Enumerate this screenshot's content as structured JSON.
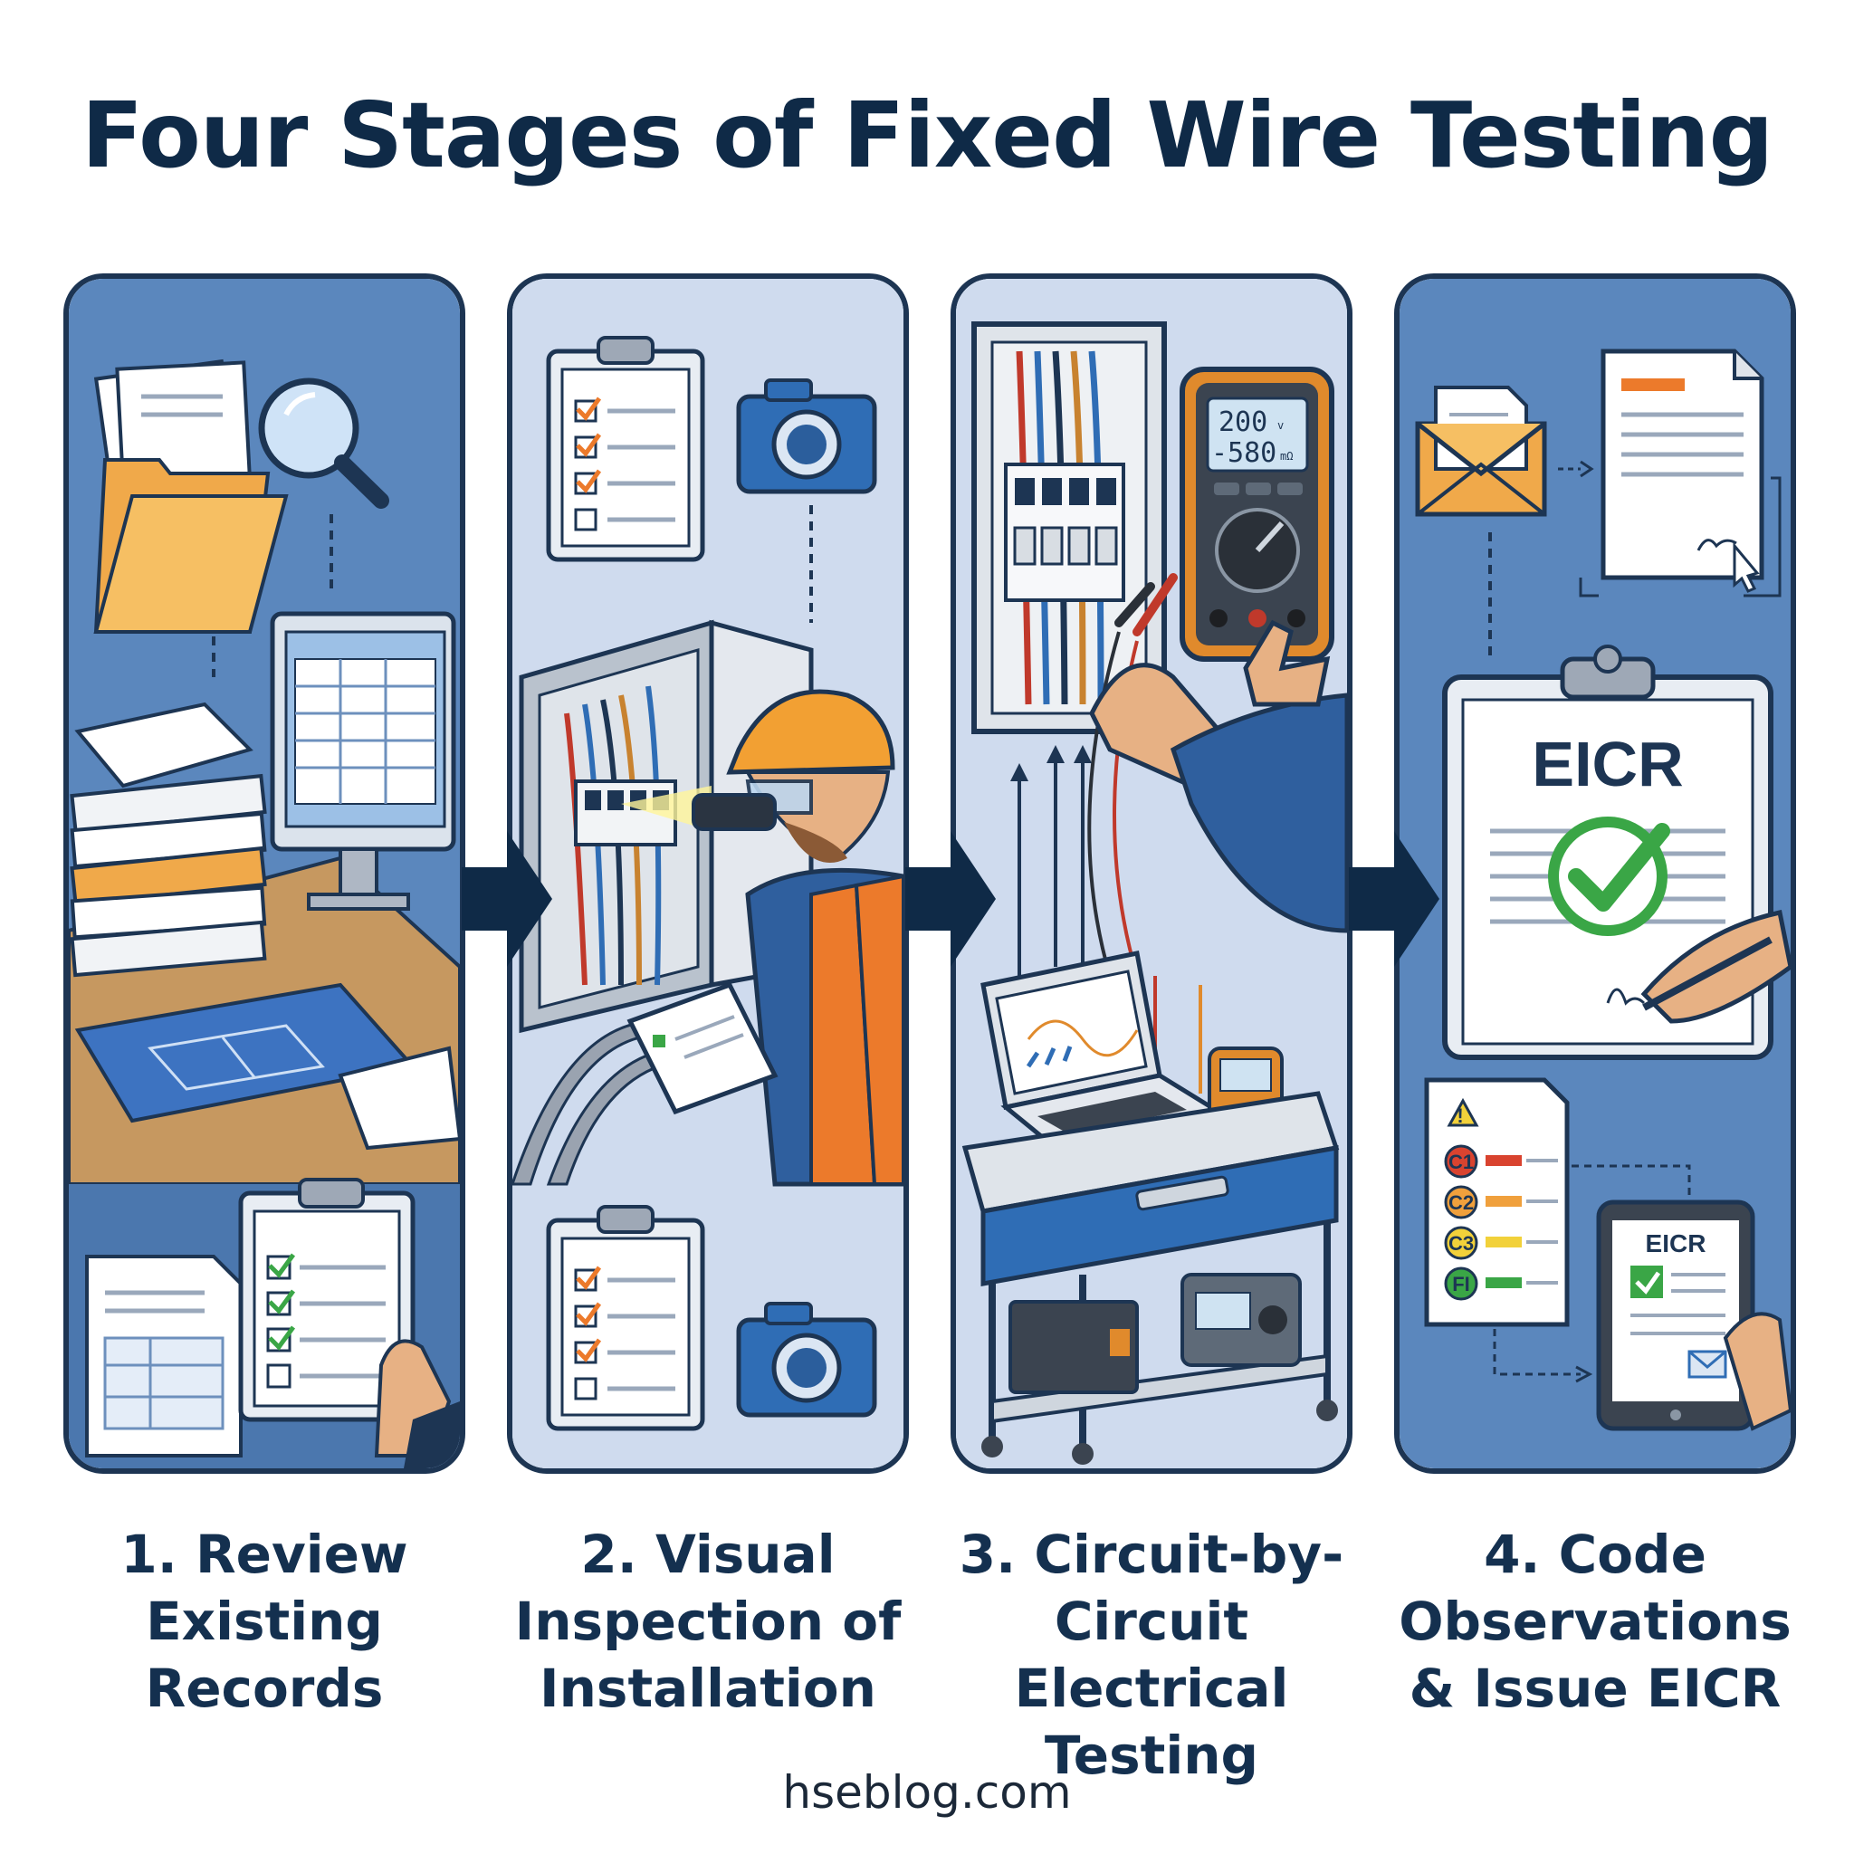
{
  "title": "Four Stages of Fixed Wire Testing",
  "stages": [
    {
      "lines": [
        "1. Review",
        "Existing",
        "Records"
      ]
    },
    {
      "lines": [
        "2. Visual",
        "Inspection of",
        "Installation"
      ]
    },
    {
      "lines": [
        "3. Circuit-by-",
        "Circuit Electrical",
        "Testing"
      ]
    },
    {
      "lines": [
        "4. Code",
        "Observations",
        "& Issue EICR"
      ]
    }
  ],
  "meter": {
    "line1": "200",
    "unit1": "v",
    "line2": "-580",
    "unit2": "mΩ"
  },
  "eicr": {
    "main_label": "EICR",
    "tablet_label": "EICR"
  },
  "codes": [
    "C1",
    "C2",
    "C3",
    "FI"
  ],
  "footer": "hseblog.com",
  "colors": {
    "title": "#0f2a47",
    "panel_dark": "#5b87bd",
    "panel_light": "#cfdbee",
    "outline": "#1d3553",
    "folder": "#f0a94a",
    "check": "#3aa646",
    "hardhat": "#f2a033",
    "vest": "#ec7a2b",
    "code_c1": "#d9432f",
    "code_c2": "#f0a03c",
    "code_c3": "#f2d13a",
    "code_fi": "#3aa646"
  }
}
